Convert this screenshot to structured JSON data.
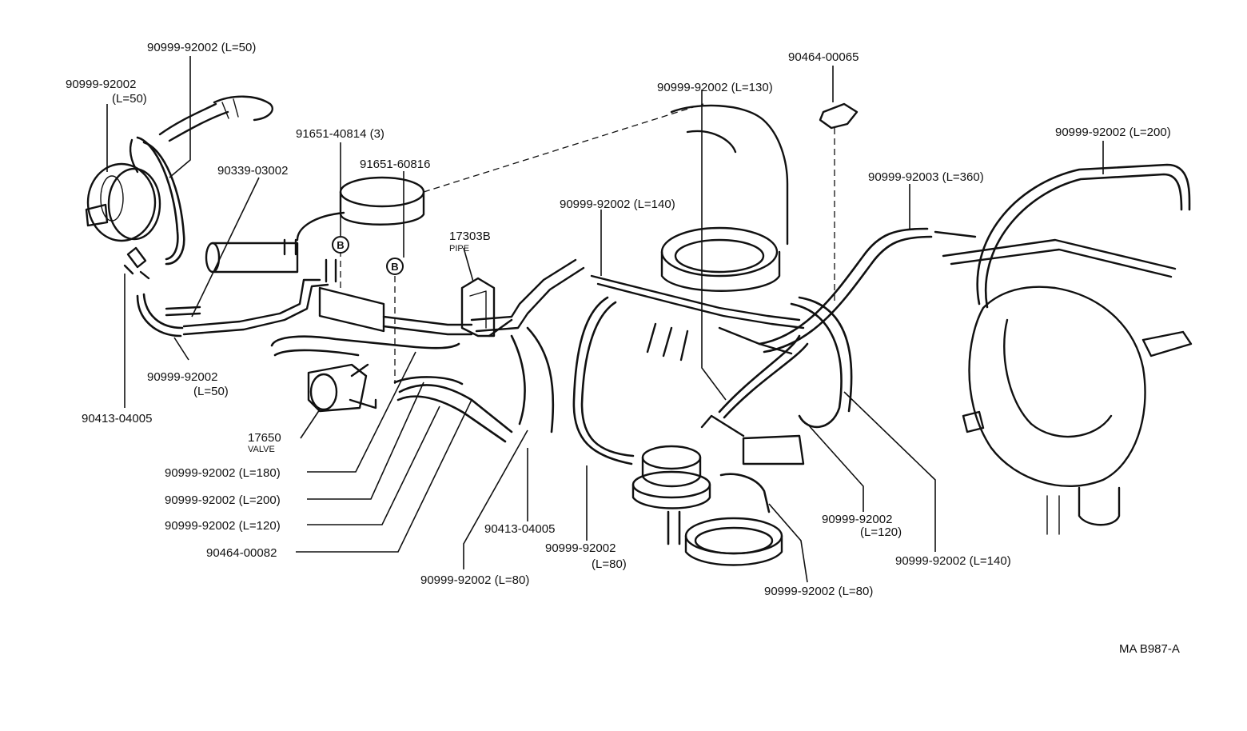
{
  "diagram_code": "MA B987-A",
  "markers": {
    "b1": "B",
    "b2": "B"
  },
  "labels": {
    "hose_l50_top": "90999-92002 (L=50)",
    "hose_l50_left_num": "90999-92002",
    "hose_l50_left_len": "(L=50)",
    "bolt_91651_40814": "91651-40814 (3)",
    "bolt_91651_60816": "91651-60816",
    "part_90339": "90339-03002",
    "pipe_num": "17303B",
    "pipe_word": "PIPE",
    "hose_l140_mid": "90999-92002 (L=140)",
    "hose_l130": "90999-92002 (L=130)",
    "clamp_90464_00065": "90464-00065",
    "hose_l200_right": "90999-92002 (L=200)",
    "hose_l360": "90999-92003 (L=360)",
    "hose_l50_low_num": "90999-92002",
    "hose_l50_low_len": "(L=50)",
    "union_90413_left": "90413-04005",
    "valve_num": "17650",
    "valve_word": "VALVE",
    "hose_l180": "90999-92002 (L=180)",
    "hose_l200_left": "90999-92002 (L=200)",
    "hose_l120_left": "90999-92002 (L=120)",
    "clamp_90464_00082": "90464-00082",
    "hose_l80_a": "90999-92002 (L=80)",
    "union_90413_mid": "90413-04005",
    "hose_l80_b_num": "90999-92002",
    "hose_l80_b_len": "(L=80)",
    "hose_l120_right_num": "90999-92002",
    "hose_l120_right_len": "(L=120)",
    "hose_l80_c": "90999-92002 (L=80)",
    "hose_l140_right": "90999-92002 (L=140)"
  }
}
